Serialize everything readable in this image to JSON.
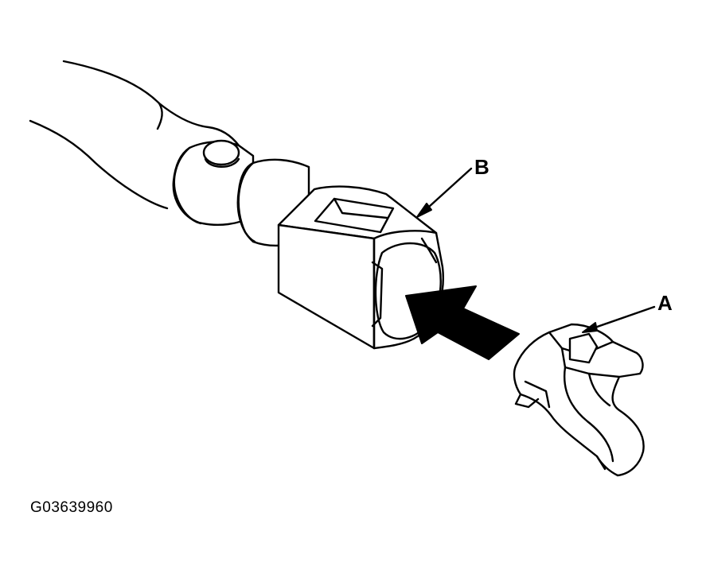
{
  "callouts": {
    "a": "A",
    "b": "B"
  },
  "figure_code": "G03639960",
  "colors": {
    "line": "#000000",
    "background": "#ffffff"
  }
}
